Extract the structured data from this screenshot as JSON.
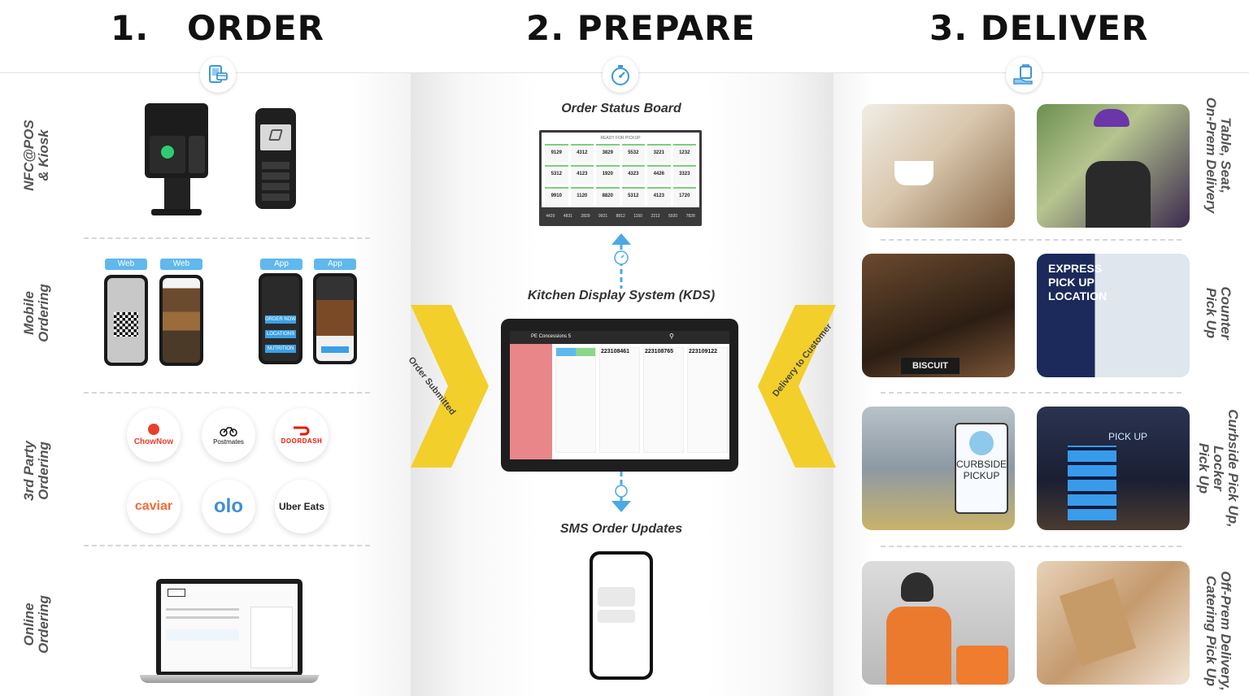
{
  "steps": {
    "order": "1.   ORDER",
    "prepare": "2. PREPARE",
    "deliver": "3. DELIVER"
  },
  "icons": {
    "order": "tap-to-pay-icon",
    "prepare": "stopwatch-icon",
    "deliver": "hand-bag-icon"
  },
  "order_rows": [
    {
      "line1": "NFC@POS",
      "line2": "& Kiosk"
    },
    {
      "line1": "Mobile",
      "line2": "Ordering"
    },
    {
      "line1": "3rd Party",
      "line2": "Ordering"
    },
    {
      "line1": "Online",
      "line2": "Ordering"
    }
  ],
  "mobile_pills": [
    "Web",
    "Web",
    "App",
    "App"
  ],
  "phone_screen_text": {
    "order_now": "ORDER NOW",
    "locations": "LOCATIONS",
    "nutrition": "NUTRITION"
  },
  "partners": [
    "ChowNow",
    "Postmates",
    "DOORDASH",
    "caviar",
    "olo",
    "Uber Eats"
  ],
  "prepare": {
    "status_board": "Order Status Board",
    "kds": "Kitchen Display System (KDS)",
    "sms": "SMS Order Updates",
    "board_header": "READY FOR PICKUP",
    "board_numbers": [
      "9129",
      "4312",
      "3829",
      "5532",
      "3221",
      "1232",
      "5312",
      "4123",
      "1920",
      "4323",
      "4426",
      "3323",
      "9910",
      "1120",
      "8820",
      "5312",
      "4123",
      "1720"
    ],
    "board_footer": [
      "4420",
      "4831",
      "2829",
      "9921",
      "8812",
      "1150",
      "2212",
      "5920",
      "7828"
    ],
    "kds_title": "PE Concessions 5",
    "kds_orders": [
      "223108461",
      "223108765",
      "223109122"
    ]
  },
  "chevrons": {
    "left": "Order Submitted",
    "right": "Delivery to Customer"
  },
  "deliver_rows": [
    {
      "line1": "Table, Seat,",
      "line2": "On-Prem Delivery"
    },
    {
      "line1": "Counter",
      "line2": "Pick Up"
    },
    {
      "line1": "Curbside Pick Up, Locker",
      "line2": "Pick Up"
    },
    {
      "line1": "Off-Prem Delivery,",
      "line2": "Catering Pick Up"
    }
  ],
  "photo_signs": {
    "express": "EXPRESS PICK UP LOCATION",
    "curbside": "CURBSIDE PICKUP",
    "pickup": "PICK UP",
    "biscuit": "BISCUIT"
  },
  "colors": {
    "accent_yellow": "#f2cf2b",
    "pill_blue": "#5fb8ee",
    "arrow_blue": "#4aa9e6",
    "kds_sidebar": "#e9868a"
  }
}
